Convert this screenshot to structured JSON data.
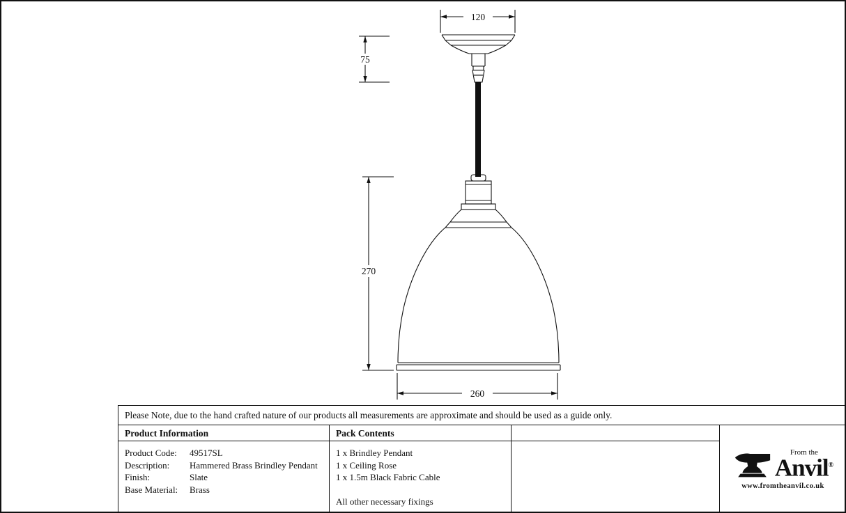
{
  "drawing": {
    "dimensions": {
      "rose_width": "120",
      "rose_height": "75",
      "shade_height": "270",
      "shade_width": "260"
    },
    "line_color": "#111111",
    "background": "#ffffff"
  },
  "note": "Please Note, due to the hand crafted nature of our products all measurements are approximate and should be used as a guide only.",
  "table": {
    "product_info": {
      "header": "Product Information",
      "rows": [
        {
          "label": "Product Code:",
          "value": "49517SL"
        },
        {
          "label": "Description:",
          "value": "Hammered Brass Brindley Pendant"
        },
        {
          "label": "Finish:",
          "value": "Slate"
        },
        {
          "label": "Base Material:",
          "value": "Brass"
        }
      ]
    },
    "pack_contents": {
      "header": "Pack Contents",
      "items": [
        "1 x Brindley Pendant",
        "1 x Ceiling Rose",
        "1 x 1.5m Black Fabric Cable"
      ],
      "footer": "All other necessary fixings"
    }
  },
  "logo": {
    "icon": "anvil-silhouette",
    "tagline": "From the",
    "name": "Anvil",
    "reg_mark": "®",
    "website": "www.fromtheanvil.co.uk"
  }
}
